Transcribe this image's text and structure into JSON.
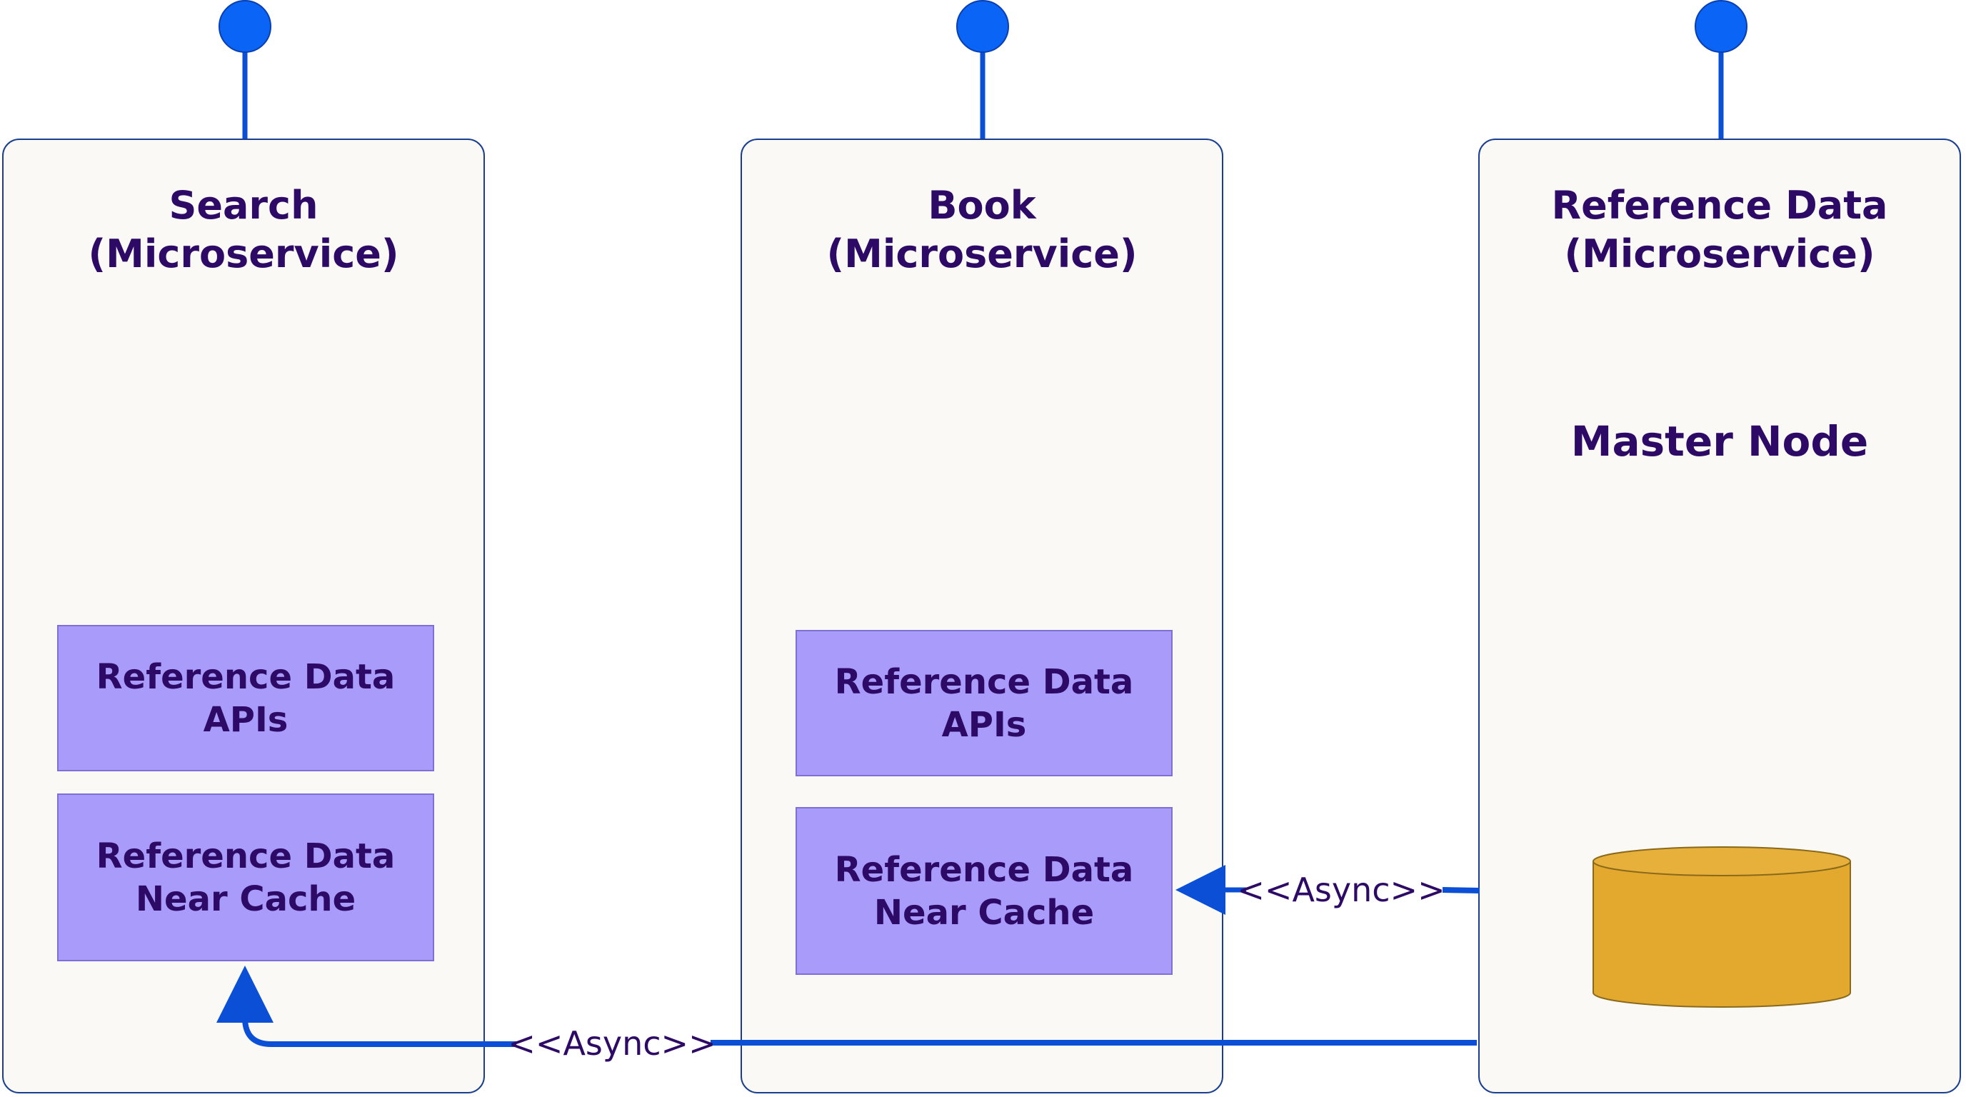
{
  "panels": [
    {
      "title_line1": "Search",
      "title_line2": "(Microservice)"
    },
    {
      "title_line1": "Book",
      "title_line2": "(Microservice)"
    },
    {
      "title_line1": "Reference Data",
      "title_line2": "(Microservice)"
    }
  ],
  "search": {
    "apis_line1": "Reference Data",
    "apis_line2": "APIs",
    "cache_line1": "Reference Data",
    "cache_line2": "Near Cache"
  },
  "book": {
    "apis_line1": "Reference Data",
    "apis_line2": "APIs",
    "cache_line1": "Reference Data",
    "cache_line2": "Near Cache"
  },
  "refdata": {
    "master_label": "Master Node",
    "database_icon": "database-cylinder-icon"
  },
  "connectors": {
    "async_top": "<<Async>>",
    "async_bottom": "<<Async>>"
  },
  "colors": {
    "panel_border": "#1a3f8f",
    "panel_bg": "#faf9f6",
    "box_fill": "#a99bfa",
    "text": "#2d0a66",
    "connector": "#0a4fd6",
    "endpoint": "#0a64f5",
    "database": "#e2a92e"
  }
}
